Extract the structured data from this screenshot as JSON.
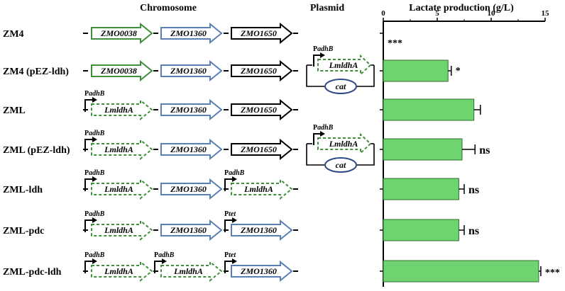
{
  "headers": {
    "chromosome": "Chromosome",
    "plasmid": "Plasmid",
    "lactate": "Lactate production (g/L)"
  },
  "rows": [
    {
      "strain": "ZM4",
      "genes": [
        {
          "label": "ZMO0038",
          "style": "green-solid",
          "promoter": ""
        },
        {
          "label": "ZMO1360",
          "style": "blue-solid",
          "promoter": ""
        },
        {
          "label": "ZMO1650",
          "style": "black-solid",
          "promoter": ""
        }
      ],
      "plasmid": false,
      "significance": "***"
    },
    {
      "strain": "ZM4 (pEZ-ldh)",
      "genes": [
        {
          "label": "ZMO0038",
          "style": "green-solid",
          "promoter": ""
        },
        {
          "label": "ZMO1360",
          "style": "blue-solid",
          "promoter": ""
        },
        {
          "label": "ZMO1650",
          "style": "black-solid",
          "promoter": ""
        }
      ],
      "plasmid": true,
      "significance": "*"
    },
    {
      "strain": "ZML",
      "genes": [
        {
          "label": "LmldhA",
          "style": "green-dashed",
          "promoter": "adhB"
        },
        {
          "label": "ZMO1360",
          "style": "blue-solid",
          "promoter": ""
        },
        {
          "label": "ZMO1650",
          "style": "black-solid",
          "promoter": ""
        }
      ],
      "plasmid": false,
      "significance": ""
    },
    {
      "strain": "ZML (pEZ-ldh)",
      "genes": [
        {
          "label": "LmldhA",
          "style": "green-dashed",
          "promoter": "adhB"
        },
        {
          "label": "ZMO1360",
          "style": "blue-solid",
          "promoter": ""
        },
        {
          "label": "ZMO1650",
          "style": "black-solid",
          "promoter": ""
        }
      ],
      "plasmid": true,
      "significance": "ns"
    },
    {
      "strain": "ZML-ldh",
      "genes": [
        {
          "label": "LmldhA",
          "style": "green-dashed",
          "promoter": "adhB"
        },
        {
          "label": "ZMO1360",
          "style": "blue-solid",
          "promoter": ""
        },
        {
          "label": "LmldhA",
          "style": "green-dashed",
          "promoter": "adhB"
        }
      ],
      "plasmid": false,
      "significance": "ns"
    },
    {
      "strain": "ZML-pdc",
      "genes": [
        {
          "label": "LmldhA",
          "style": "green-dashed",
          "promoter": "adhB"
        },
        {
          "label": "ZMO1360",
          "style": "blue-solid",
          "promoter": ""
        },
        {
          "label": "ZMO1360",
          "style": "blue-solid",
          "promoter": "tet"
        }
      ],
      "plasmid": false,
      "significance": "ns"
    },
    {
      "strain": "ZML-pdc-ldh",
      "genes": [
        {
          "label": "LmldhA",
          "style": "green-dashed",
          "promoter": "adhB"
        },
        {
          "label": "LmldhA",
          "style": "green-dashed",
          "promoter": "adhB"
        },
        {
          "label": "ZMO1360",
          "style": "blue-solid",
          "promoter": "tet"
        }
      ],
      "plasmid": false,
      "significance": "***"
    }
  ],
  "plasmid_parts": {
    "promoter": "adhB",
    "gene": "LmldhA",
    "marker": "cat"
  },
  "promoter_prefix": "P",
  "colors": {
    "green": "#3f8f3a",
    "blue": "#5a7fb5",
    "black": "#000000",
    "bar_fill": "#6fd46f",
    "bar_stroke": "#2f6f2f",
    "cat_border": "#2b4a86"
  },
  "chart_data": {
    "type": "bar",
    "orientation": "horizontal",
    "title": "Lactate production (g/L)",
    "xlim": [
      0,
      15
    ],
    "xticks": [
      0,
      5,
      10,
      15
    ],
    "categories": [
      "ZM4",
      "ZM4 (pEZ-ldh)",
      "ZML",
      "ZML (pEZ-ldh)",
      "ZML-ldh",
      "ZML-pdc",
      "ZML-pdc-ldh"
    ],
    "values": [
      0,
      6.0,
      8.4,
      7.3,
      7.0,
      7.0,
      14.4
    ],
    "errors": [
      0,
      0.3,
      0.6,
      1.2,
      0.5,
      0.5,
      0.2
    ],
    "annotations": [
      "***",
      "*",
      "",
      "ns",
      "ns",
      "ns",
      "***"
    ]
  }
}
